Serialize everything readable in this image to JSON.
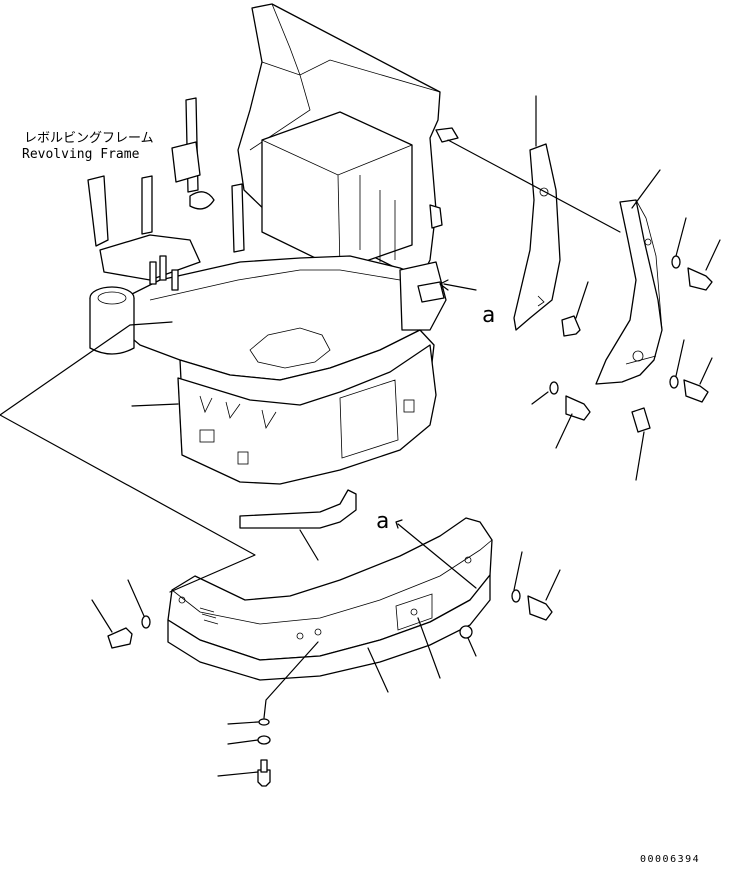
{
  "labels": {
    "frame_jp": "レボルビングフレーム",
    "frame_en": "Revolving Frame",
    "view_arrow_1": "a",
    "view_arrow_2": "a"
  },
  "drawing_number": "00006394"
}
